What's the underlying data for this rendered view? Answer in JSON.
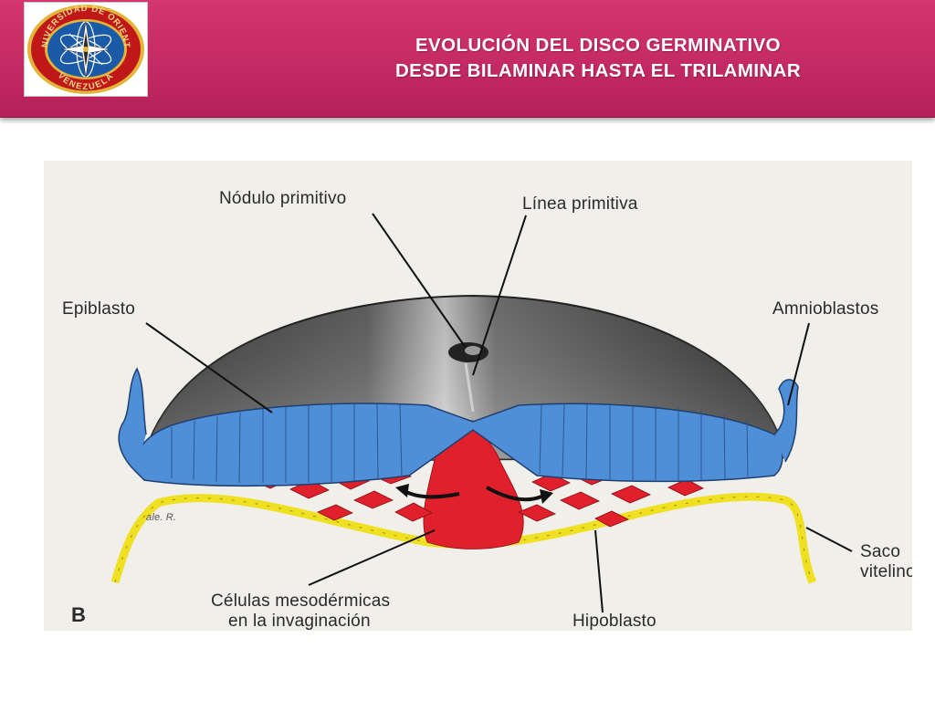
{
  "slide": {
    "title_line1": "EVOLUCIÓN DEL DISCO GERMINATIVO",
    "title_line2": "DESDE BILAMINAR HASTA EL TRILAMINAR"
  },
  "logo": {
    "top_text": "UNIVERSIDAD DE ORIENTE",
    "bottom_text": "VENEZUELA",
    "colors": {
      "ring": "#c01818",
      "center": "#1b5aa6",
      "gold": "#e2b43a"
    }
  },
  "diagram": {
    "panel_letter": "B",
    "signature": "ale. R.",
    "labels": {
      "nodulo": "Nódulo primitivo",
      "linea": "Línea primitiva",
      "epiblasto": "Epiblasto",
      "amnioblastos": "Amnioblastos",
      "saco_l1": "Saco",
      "saco_l2": "vitelino",
      "celulas_l1": "Células mesodérmicas",
      "celulas_l2": "en la invaginación",
      "hipoblasto": "Hipoblasto"
    },
    "colors": {
      "epiblast": "#4f8fd8",
      "mesoderm": "#e0202b",
      "hypoblast": "#efe021",
      "amnion_dark": "#4a4a4a",
      "background": "#f1efe9"
    }
  }
}
